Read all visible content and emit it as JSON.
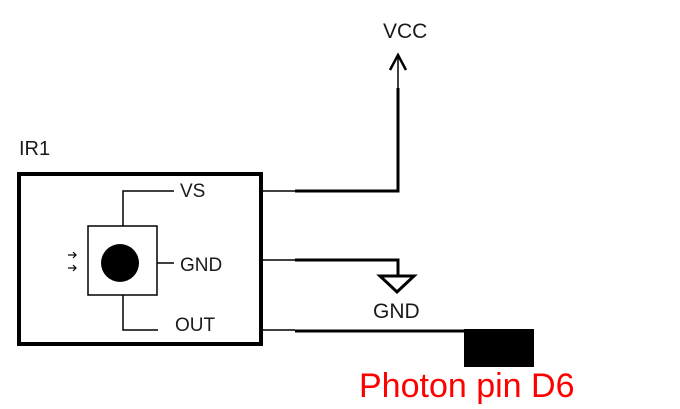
{
  "component": {
    "ref": "IR1",
    "pins": {
      "vs": "VS",
      "gnd": "GND",
      "out": "OUT"
    }
  },
  "power": {
    "vcc_label": "VCC",
    "gnd_label": "GND"
  },
  "connection": {
    "label": "Photon pin D6",
    "label_color": "#ff0000"
  }
}
